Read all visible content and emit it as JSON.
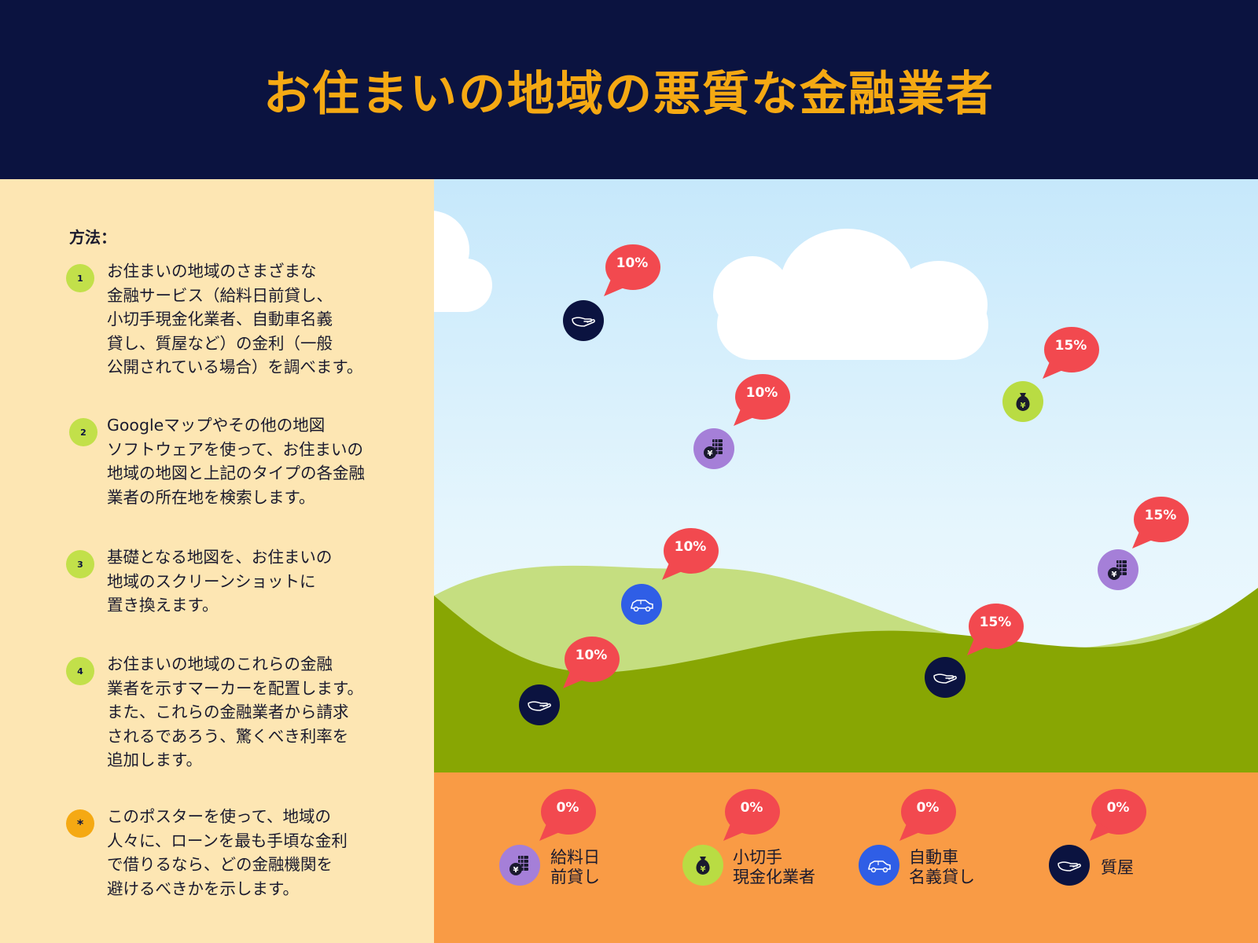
{
  "title": "お住まいの地域の悪質な金融業者",
  "method": {
    "heading": "方法：",
    "steps": [
      {
        "num": "1",
        "text": "お住まいの地域のさまざまな\n金融サービス（給料日前貸し、\n小切手現金化業者、自動車名義\n貸し、質屋など）の金利（一般\n公開されている場合）を調べます。"
      },
      {
        "num": "2",
        "text": "Googleマップやその他の地図\nソフトウェアを使って、お住まいの\n地域の地図と上記のタイプの各金融\n業者の所在地を検索します。"
      },
      {
        "num": "3",
        "text": "基礎となる地図を、お住まいの\n地域のスクリーンショットに\n置き換えます。"
      },
      {
        "num": "4",
        "text": "お住まいの地域のこれらの金融\n業者を示すマーカーを配置します。\nまた、これらの金融業者から請求\nされるであろう、驚くべき利率を\n追加します。"
      },
      {
        "num": "*",
        "text": "このポスターを使って、地域の\n人々に、ローンを最も手頃な金利\nで借りるなら、どの金融機関を\n避けるべきかを示します。"
      }
    ]
  },
  "map_markers": [
    {
      "type": "pawn",
      "rate": "10%"
    },
    {
      "type": "loan",
      "rate": "10%"
    },
    {
      "type": "check",
      "rate": "15%"
    },
    {
      "type": "car",
      "rate": "10%"
    },
    {
      "type": "loan",
      "rate": "15%"
    },
    {
      "type": "pawn",
      "rate": "15%"
    },
    {
      "type": "pawn",
      "rate": "10%"
    }
  ],
  "legend": [
    {
      "type": "loan",
      "rate": "0%",
      "label": "給料日\n前貸し",
      "icon": "coins-yen-icon"
    },
    {
      "type": "check",
      "rate": "0%",
      "label": "小切手\n現金化業者",
      "icon": "money-bag-icon"
    },
    {
      "type": "car",
      "rate": "0%",
      "label": "自動車\n名義貸し",
      "icon": "car-icon"
    },
    {
      "type": "pawn",
      "rate": "0%",
      "label": "質屋",
      "icon": "hand-icon"
    }
  ],
  "colors": {
    "header_bg": "#0b1340",
    "title": "#f5a913",
    "left_panel": "#fde6b3",
    "bubble": "#f2494f",
    "loan": "#a57fd8",
    "check": "#b9dc43",
    "car": "#2f5ee6",
    "pawn": "#0b1340",
    "ground": "#f99b45"
  }
}
